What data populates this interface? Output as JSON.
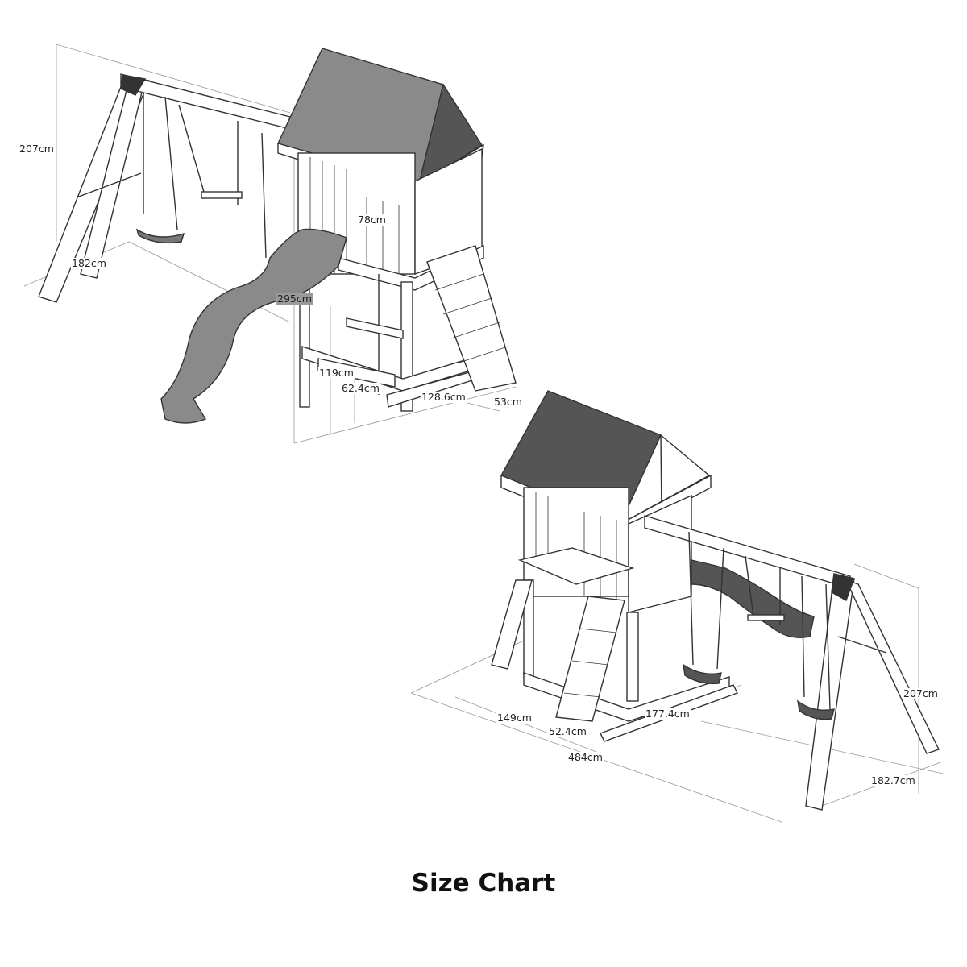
{
  "title": "Size Chart",
  "colors": {
    "line": "#333333",
    "panel": "#7a7a7a",
    "dimension_line": "#888888"
  },
  "playset_1": {
    "dimensions": {
      "swing_height": "207cm",
      "swing_depth": "182cm",
      "tower_width": "78cm",
      "slide_length": "295cm",
      "bench_height": "119cm",
      "bench_width": "62.4cm",
      "tower_depth": "128.6cm",
      "ladder_width": "53cm"
    }
  },
  "playset_2": {
    "dimensions": {
      "overall_depth": "149cm",
      "ladder_width": "52.4cm",
      "tower_width": "177.4cm",
      "overall_length": "484cm",
      "swing_height": "207cm",
      "swing_depth": "182.7cm"
    }
  }
}
